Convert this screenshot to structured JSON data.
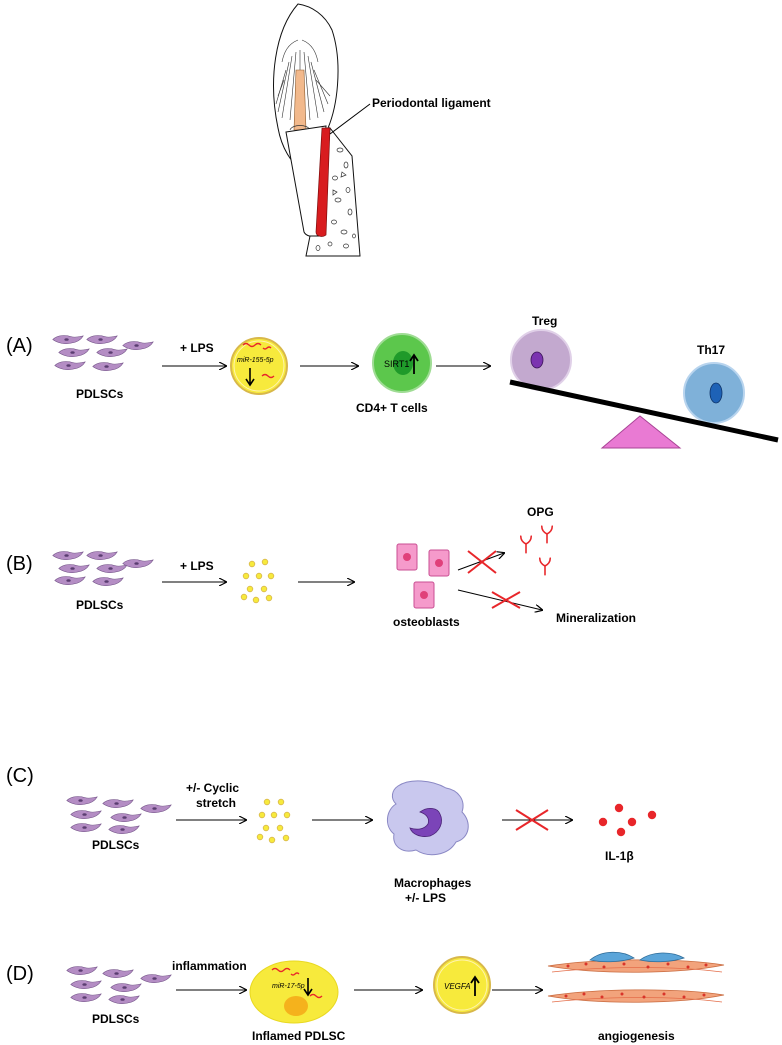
{
  "tooth": {
    "label": "Periodontal ligament"
  },
  "panel_a": {
    "tag": "(A)",
    "cells_label": "PDLSCs",
    "stimulus": "+ LPS",
    "mirna": "miR-155-5p",
    "target": "SIRT1",
    "tcells_label": "CD4+ T cells",
    "treg": "Treg",
    "th17": "Th17"
  },
  "panel_b": {
    "tag": "(B)",
    "cells_label": "PDLSCs",
    "stimulus": "+ LPS",
    "target_cells": "osteoblasts",
    "opg": "OPG",
    "mineralization": "Mineralization"
  },
  "panel_c": {
    "tag": "(C)",
    "cells_label": "PDLSCs",
    "stimulus_line1": "+/- Cyclic",
    "stimulus_line2": "stretch",
    "macrophages_line1": "Macrophages",
    "macrophages_line2": "+/- LPS",
    "cytokine": "IL-1β"
  },
  "panel_d": {
    "tag": "(D)",
    "cells_label": "PDLSCs",
    "stimulus": "inflammation",
    "mirna": "miR-17-5p",
    "inflamed_label": "Inflamed PDLSC",
    "target": "VEGFA",
    "outcome": "angiogenesis"
  },
  "colors": {
    "pdlsc": "#b48dc4",
    "vesicle": "#f7ea3c",
    "tcell": "#5cc74c",
    "treg": "#c3a9cf",
    "th17": "#7fb1d9",
    "fulcrum": "#e97ad3",
    "osteoblast": "#f59acb",
    "red": "#e8262a",
    "macrophage": "#c9c8ee",
    "vessel": "#f2a37c"
  }
}
